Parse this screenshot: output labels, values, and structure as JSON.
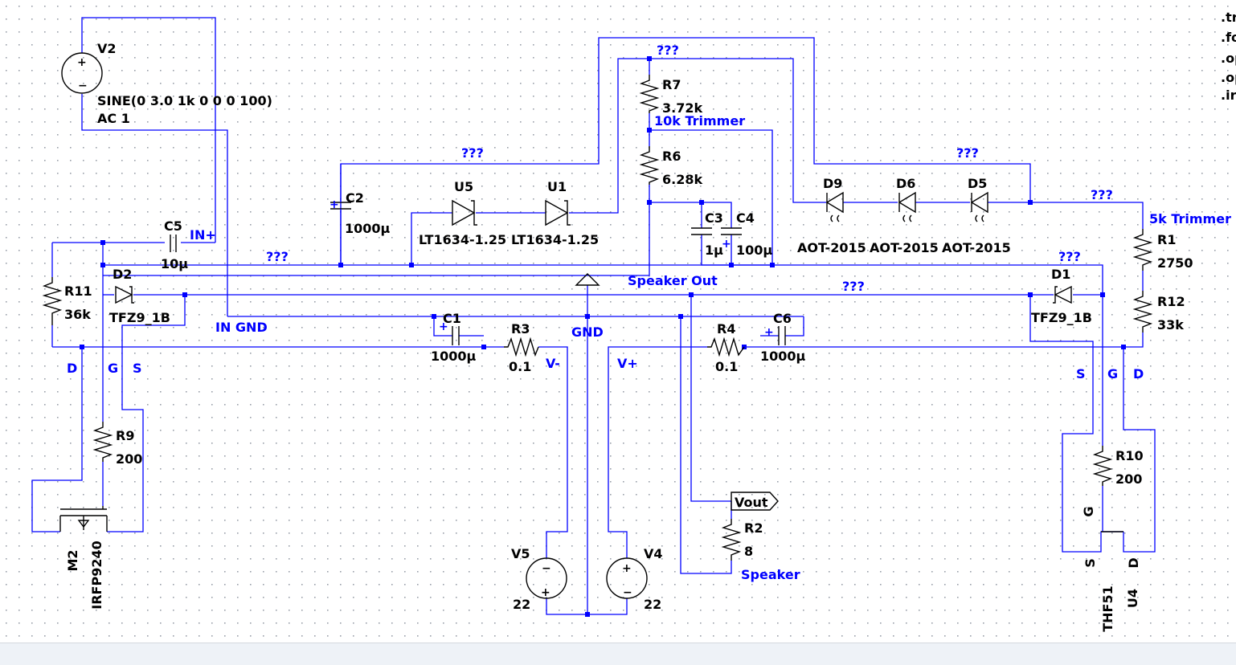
{
  "colors": {
    "background": "#ffffff",
    "wire": "#0000ff",
    "symbol": "#000000",
    "net_label": "#0000ff",
    "grid": "#9aa0aa"
  },
  "directives": [
    ".tr",
    ".fo",
    ".op",
    ".op",
    ".ir"
  ],
  "components": {
    "V2": {
      "name": "V2",
      "value": "SINE(0 3.0 1k 0 0 0 100)",
      "value2": "AC 1"
    },
    "V5": {
      "name": "V5",
      "value": "22"
    },
    "V4": {
      "name": "V4",
      "value": "22"
    },
    "R7": {
      "name": "R7",
      "value": "3.72k"
    },
    "R6": {
      "name": "R6",
      "value": "6.28k"
    },
    "R11": {
      "name": "R11",
      "value": "36k"
    },
    "R9": {
      "name": "R9",
      "value": "200"
    },
    "R3": {
      "name": "R3",
      "value": "0.1"
    },
    "R4": {
      "name": "R4",
      "value": "0.1"
    },
    "R1": {
      "name": "R1",
      "value": "2750"
    },
    "R12": {
      "name": "R12",
      "value": "33k"
    },
    "R10": {
      "name": "R10",
      "value": "200"
    },
    "R2": {
      "name": "R2",
      "value": "8"
    },
    "C2": {
      "name": "C2",
      "value": "1000µ"
    },
    "C5": {
      "name": "C5",
      "value": "10µ"
    },
    "C3": {
      "name": "C3",
      "value": "1µ"
    },
    "C4": {
      "name": "C4",
      "value": "100µ"
    },
    "C1": {
      "name": "C1",
      "value": "1000µ"
    },
    "C6": {
      "name": "C6",
      "value": "1000µ"
    },
    "U5": {
      "name": "U5",
      "value": "LT1634-1.25"
    },
    "U1": {
      "name": "U1",
      "value": "LT1634-1.25"
    },
    "D2": {
      "name": "D2",
      "value": "TFZ9_1B"
    },
    "D1": {
      "name": "D1",
      "value": "TFZ9_1B"
    },
    "D9": {
      "name": "D9",
      "value": "AOT-2015"
    },
    "D6": {
      "name": "D6",
      "value": "AOT-2015"
    },
    "D5": {
      "name": "D5",
      "value": "AOT-2015"
    },
    "M2": {
      "name": "M2",
      "value": "IRFP9240"
    },
    "U4": {
      "name": "U4",
      "value": "THF51"
    }
  },
  "net_labels": {
    "unknown": "???",
    "trim10k": "10k Trimmer",
    "trim5k": "5k Trimmer",
    "in_plus": "IN+",
    "in_gnd": "IN GND",
    "speaker_out": "Speaker Out",
    "gnd": "GND",
    "v_minus": "V-",
    "v_plus": "V+",
    "vout": "Vout",
    "speaker": "Speaker",
    "d": "D",
    "g": "G",
    "s": "S"
  }
}
